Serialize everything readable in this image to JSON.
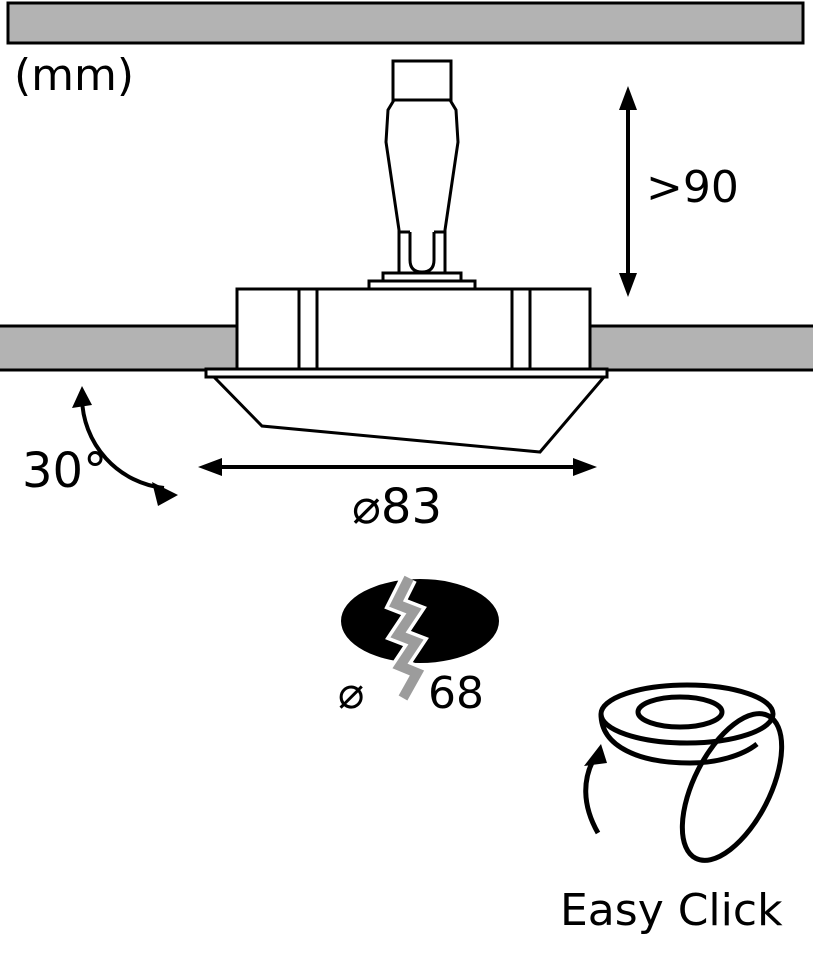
{
  "diagram": {
    "unit_label": "(mm)",
    "depth_label": ">90",
    "angle_label": "30°",
    "diameter_label": "⌀83",
    "cutout_symbol": "⌀",
    "cutout_value": "68",
    "easy_click": "Easy Click",
    "colors": {
      "surface_gray": "#b3b3b3",
      "line_black": "#000000",
      "zigzag_gray": "#9c9c9c"
    }
  }
}
